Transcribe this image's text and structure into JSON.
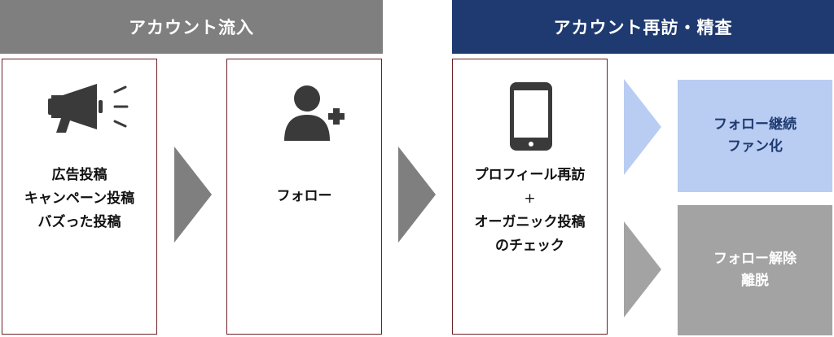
{
  "headers": {
    "inflow": "アカウント流入",
    "revisit": "アカウント再訪・精査"
  },
  "steps": {
    "ads": {
      "icon": "megaphone-icon",
      "lines": [
        "広告投稿",
        "キャンペーン投稿",
        "バズった投稿"
      ]
    },
    "follow": {
      "icon": "user-add-icon",
      "lines": [
        "フォロー"
      ]
    },
    "check": {
      "icon": "smartphone-icon",
      "lines": [
        "プロフィール再訪",
        "+",
        "オーガニック投稿",
        "のチェック"
      ]
    }
  },
  "outcomes": {
    "keep": {
      "lines": [
        "フォロー継続",
        "ファン化"
      ]
    },
    "leave": {
      "lines": [
        "フォロー解除",
        "離脱"
      ]
    }
  },
  "colors": {
    "inflow_header": "#7f7f7f",
    "revisit_header": "#1f3a70",
    "box_border": "#6b1f24",
    "keep_fill": "#b9cdf3",
    "leave_fill": "#a3a3a3"
  }
}
